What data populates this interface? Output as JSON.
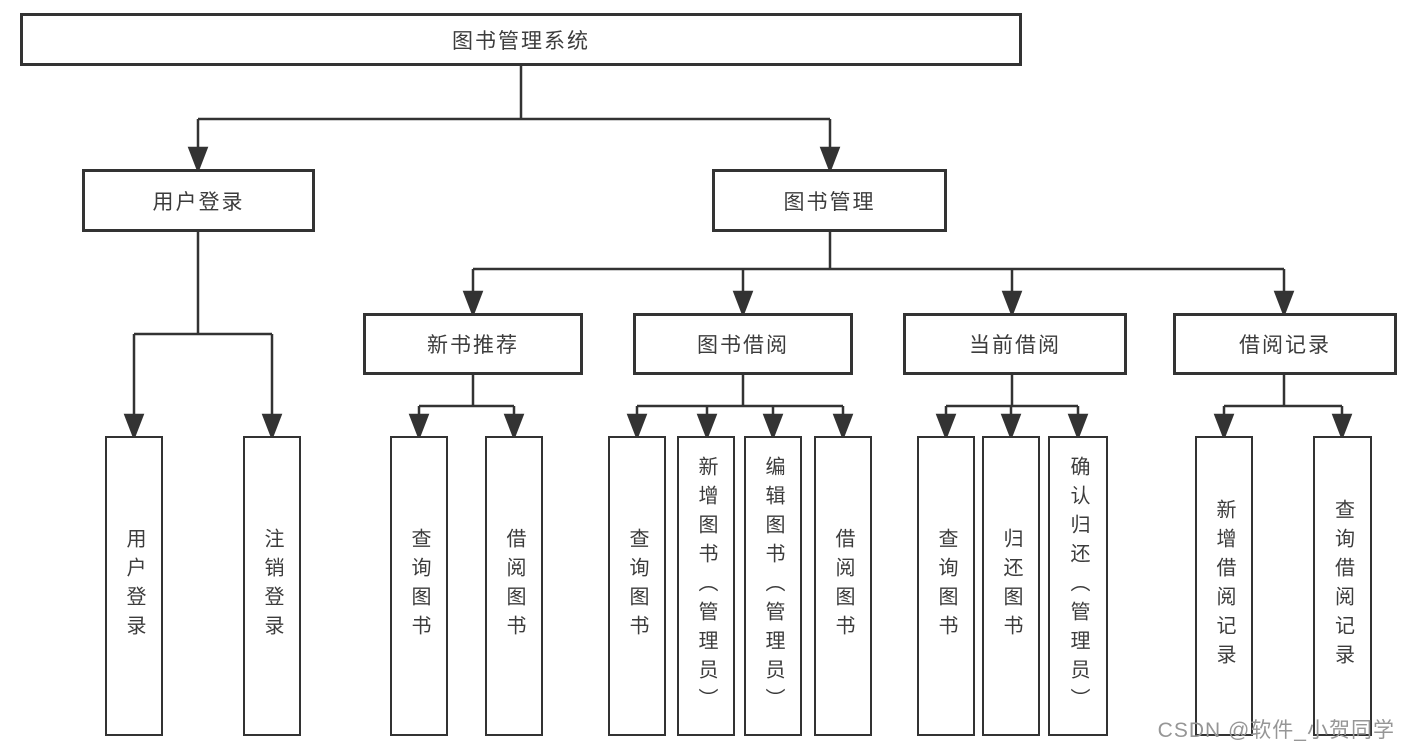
{
  "tree": {
    "root": "图书管理系统",
    "branches": {
      "user_login": {
        "label": "用户登录",
        "children": [
          "用户登录",
          "注销登录"
        ]
      },
      "book_management": {
        "label": "图书管理",
        "sections": {
          "new_books": {
            "label": "新书推荐",
            "children": [
              "查询图书",
              "借阅图书"
            ]
          },
          "book_borrowing": {
            "label": "图书借阅",
            "children": [
              "查询图书",
              "新增图书（管理员）",
              "编辑图书（管理员）",
              "借阅图书"
            ]
          },
          "current_borrowing": {
            "label": "当前借阅",
            "children": [
              "查询图书",
              "归还图书",
              "确认归还（管理员）"
            ]
          },
          "borrowing_records": {
            "label": "借阅记录",
            "children": [
              "新增借阅记录",
              "查询借阅记录"
            ]
          }
        }
      }
    }
  },
  "watermark": {
    "text": "CSDN @软件_小贺同学"
  },
  "colors": {
    "line": "#333333",
    "text": "#3c3c3c",
    "box_bg": "#ffffff",
    "watermark": "#969696"
  }
}
